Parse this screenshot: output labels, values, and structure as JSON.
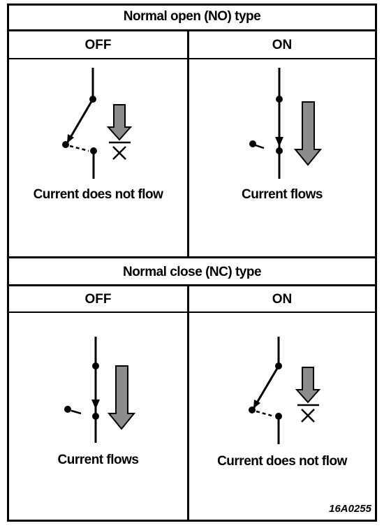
{
  "sections": {
    "no": {
      "title": "Normal open (NO) type",
      "off_label": "OFF",
      "on_label": "ON",
      "off_caption": "Current does not flow",
      "on_caption": "Current flows"
    },
    "nc": {
      "title": "Normal close (NC) type",
      "off_label": "OFF",
      "on_label": "ON",
      "off_caption": "Current flows",
      "on_caption": "Current does not flow"
    }
  },
  "figure_code": "16A0255"
}
